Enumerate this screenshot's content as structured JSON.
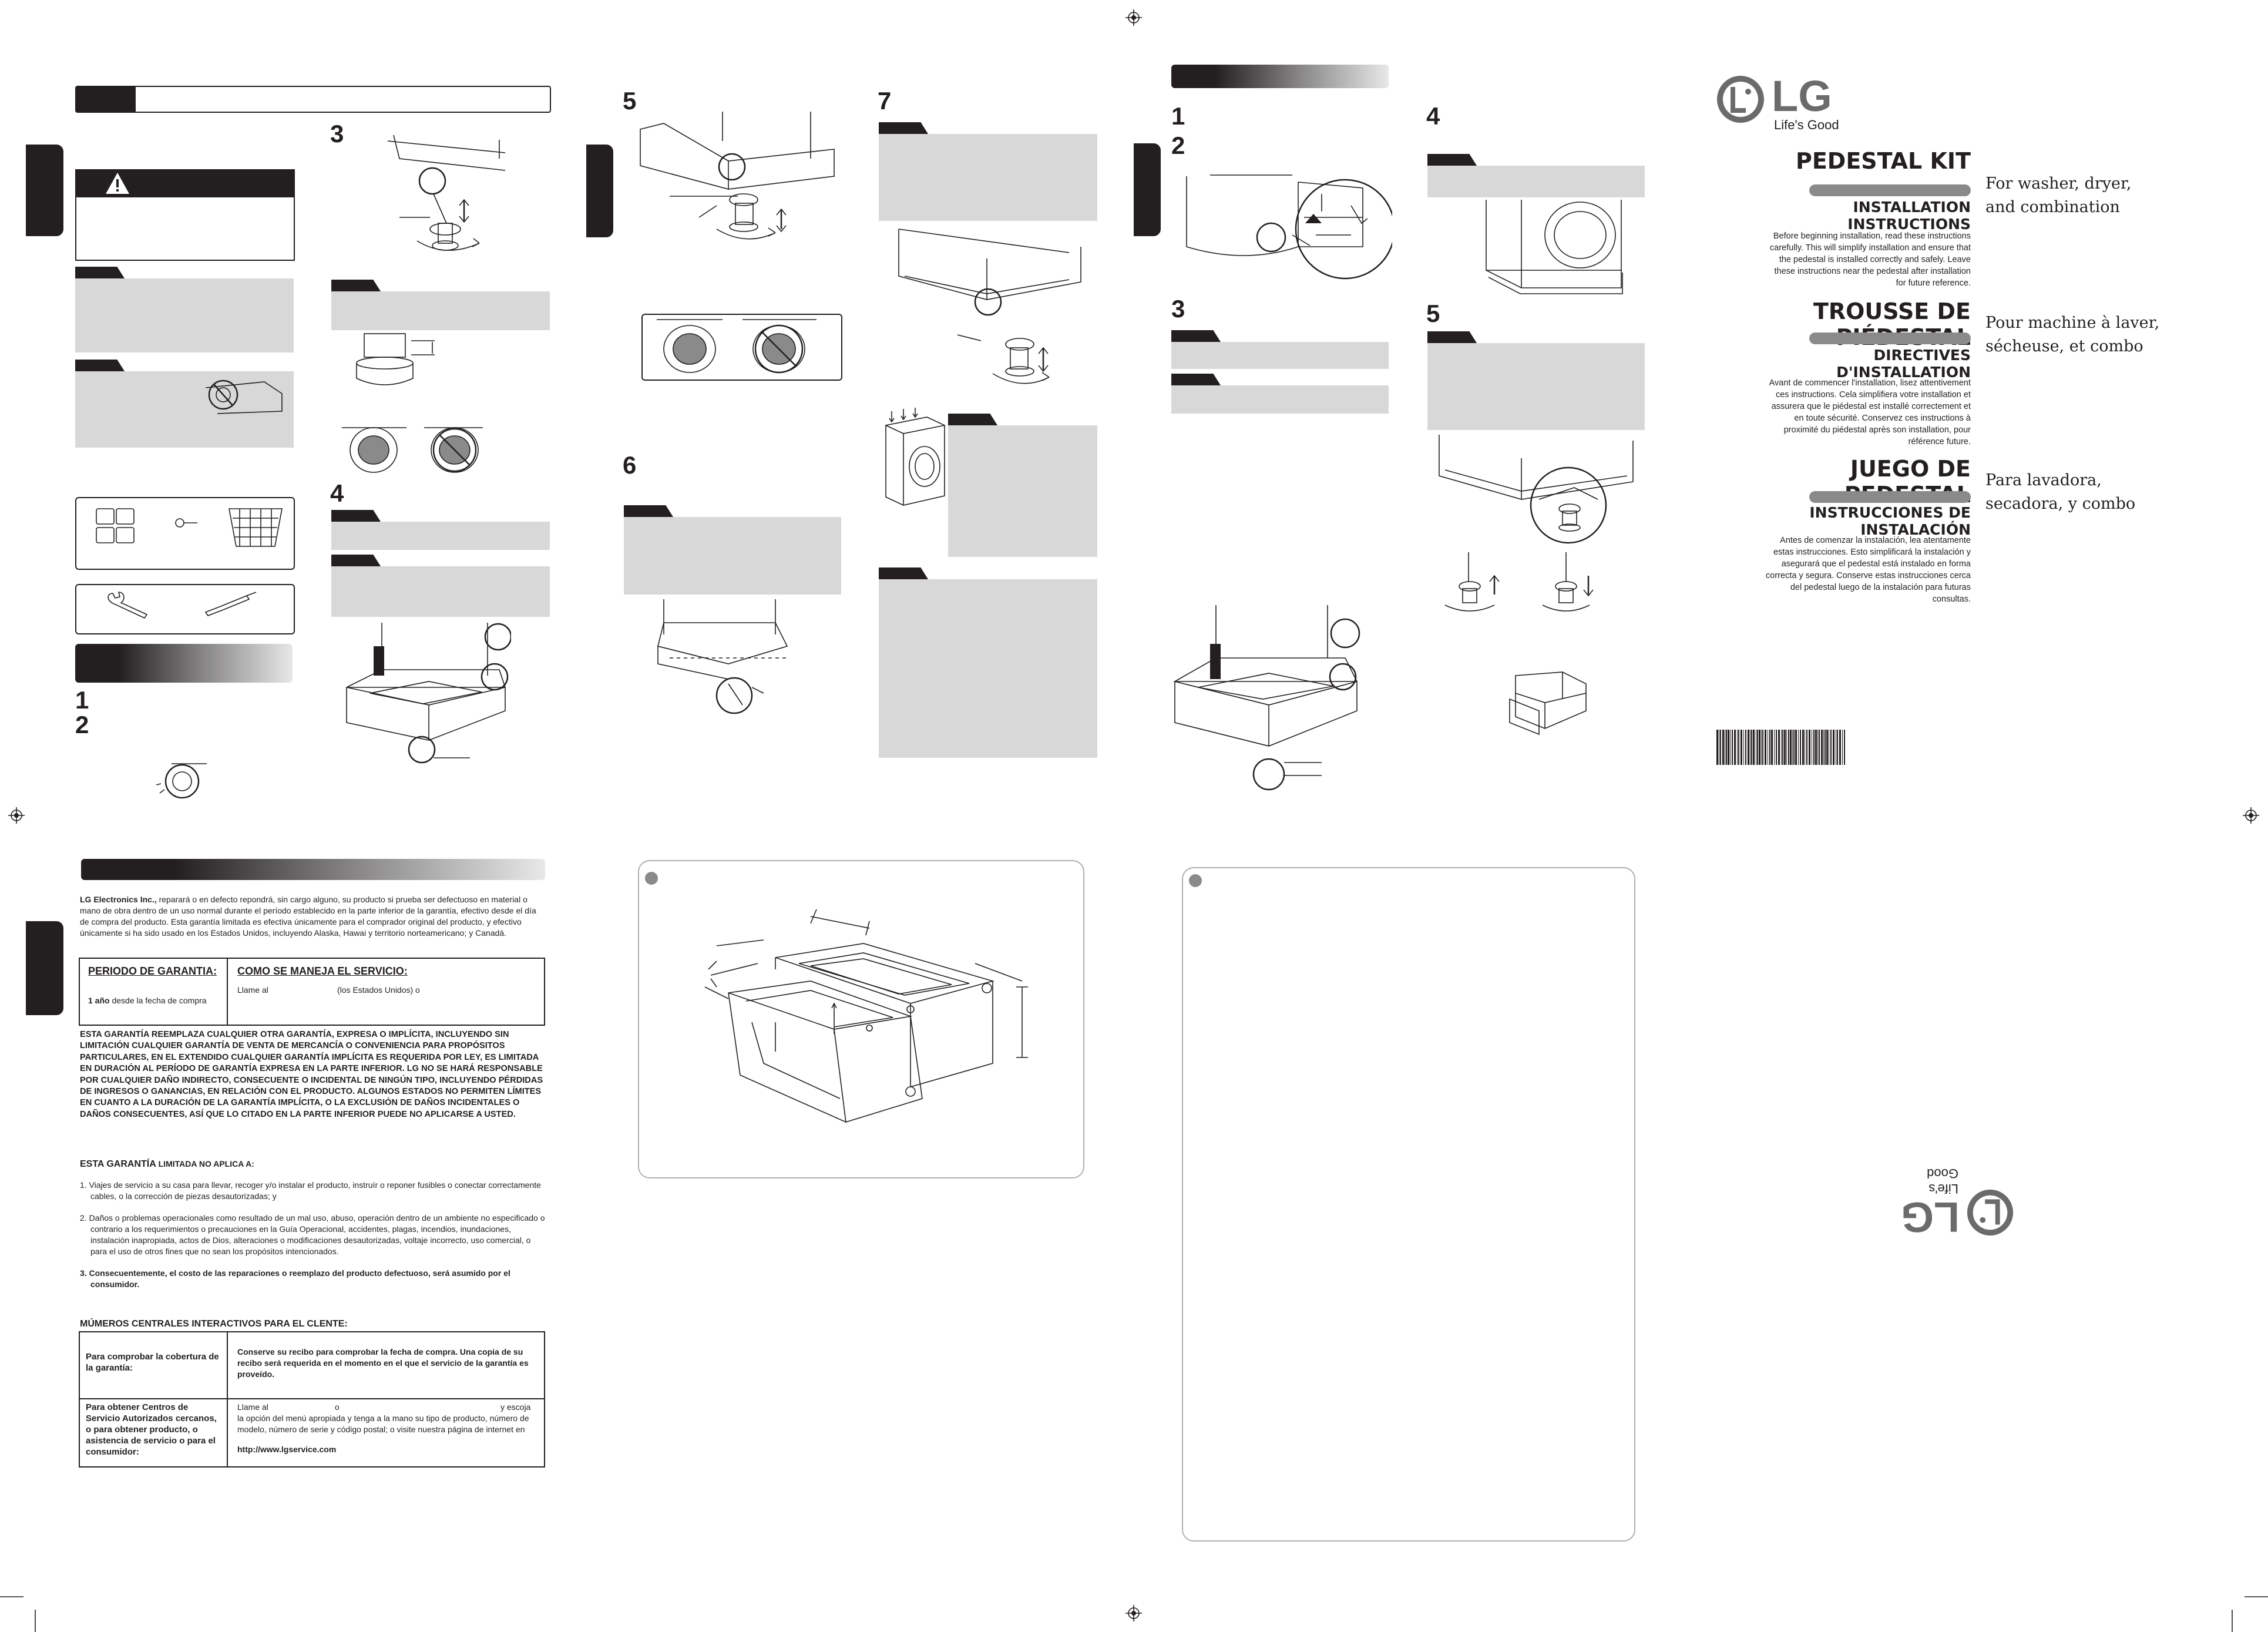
{
  "cover": {
    "brand": "LG",
    "tagline": "Life's Good",
    "sections": [
      {
        "title": "PEDESTAL KIT",
        "subtitle": "INSTALLATION INSTRUCTIONS",
        "text": "Before beginning installation, read these instructions carefully. This will simplify installation and ensure that the pedestal is installed correctly and safely. Leave these instructions near the pedestal after installation for future reference.",
        "for": "For washer, dryer, and combination"
      },
      {
        "title": "TROUSSE DE PIÉDESTAL",
        "subtitle": "DIRECTIVES D'INSTALLATION",
        "text": "Avant de commencer l'installation, lisez attentivement ces instructions. Cela simplifiera votre installation et assurera que le piédestal est installé correctement et en toute sécurité. Conservez ces instructions à proximité du piédestal après son installation, pour référence future.",
        "for": "Pour machine à laver, sécheuse, et combo"
      },
      {
        "title": "JUEGO DE PEDESTAL",
        "subtitle": "INSTRUCCIONES DE INSTALACIÓN",
        "text": "Antes de comenzar la instalación, lea atentamente estas instrucciones. Esto simplificará la instalación y asegurará que el pedestal está instalado en forma correcta y segura. Conserve estas instrucciones cerca del pedestal luego de la instalación para futuras consultas.",
        "for": "Para lavadora, secadora, y combo"
      }
    ]
  },
  "steps": {
    "s3": "3",
    "s4": "4",
    "s5": "5",
    "s6": "6",
    "s7": "7",
    "s1": "1",
    "s2": "2",
    "r1": "1",
    "r2": "2",
    "r3": "3",
    "r4": "4",
    "r5": "5"
  },
  "warranty": {
    "intro_bold": "LG Electronics Inc.,",
    "intro": " reparará o en defecto repondrá, sin cargo alguno, su producto si prueba ser defectuoso en material o mano de obra dentro de un uso normal durante el período establecido en la parte inferior de la garantía, efectivo desde el día de compra del producto. Esta garantía limitada es efectiva únicamente para el comprador original del producto, y efectivo únicamente si ha sido usado en los Estados Unidos, incluyendo Alaska, Hawai y territorio norteamericano; y Canadá.",
    "period_header": "PERIODO DE GARANTIA:",
    "service_header": "COMO SE MANEJA EL SERVICIO:",
    "period_bold": "1 año",
    "period_text": " desde la fecha de compra",
    "service_a": "Llame al",
    "service_b": "(los Estados Unidos) o",
    "disclaimer": "ESTA GARANTÍA REEMPLAZA CUALQUIER OTRA GARANTÍA, EXPRESA O IMPLÍCITA, INCLUYENDO SIN LIMITACIÓN CUALQUIER GARANTÍA DE VENTA DE MERCANCÍA O CONVENIENCIA PARA PROPÓSITOS PARTICULARES, EN EL EXTENDIDO CUALQUIER GARANTÍA IMPLÍCITA ES REQUERIDA POR LEY, ES LIMITADA EN DURACIÓN AL PERÍODO DE GARANTÍA EXPRESA EN LA PARTE INFERIOR. LG NO SE HARÁ RESPONSABLE POR CUALQUIER DAÑO INDIRECTO, CONSECUENTE O INCIDENTAL DE NINGÚN TIPO, INCLUYENDO PÉRDIDAS DE INGRESOS O GANANCIAS, EN RELACIÓN CON EL PRODUCTO. ALGUNOS ESTADOS NO PERMITEN LÍMITES EN CUANTO A LA DURACIÓN DE LA GARANTÍA IMPLÍCITA, O LA EXCLUSIÓN DE DAÑOS INCIDENTALES O DAÑOS CONSECUENTES, ASÍ QUE LO CITADO EN LA PARTE INFERIOR PUEDE NO APLICARSE A USTED.",
    "not_apply_a": "ESTA GARANTÍA ",
    "not_apply_b": "LIMITADA NO APLICA A:",
    "items": [
      "1. Viajes de servicio a su casa para llevar, recoger y/o instalar el producto, instruír o reponer fusibles o conectar correctamente cables, o la corrección de piezas desautorizadas; y",
      "2. Daños o problemas operacionales como resultado de un mal uso, abuso, operación dentro de un ambiente no especificado o contrario a los requerimientos o precauciones en la Guía Operacional, accidentes, plagas, incendios, inundaciones, instalación inapropiada, actos de Dios, alteraciones o modificaciones desautorizadas, voltaje incorrecto, uso comercial, o para el uso de otros fines que no sean los propósitos intencionados.",
      "3. Consecuentemente, el costo de las reparaciones o reemplazo del producto defectuoso, será asumido por el consumidor."
    ],
    "centers_header": "MÚMEROS CENTRALES INTERACTIVOS PARA EL CLENTE:",
    "row1_label": "Para comprobar la cobertura de la garantía:",
    "row1_text": "Conserve su recibo para comprobar la fecha de compra. Una copia de su recibo será requerida en el momento en el que el servicio de la garantía es proveído.",
    "row2_label": "Para obtener Centros de Servicio Autorizados cercanos, o para obtener producto, o asistencia de servicio o para el consumidor:",
    "row2_a": "Llame al",
    "row2_b": "o",
    "row2_c": "y escoja la opción del menú apropiada y tenga a la mano su tipo de producto, número de modelo, número de serie y código postal; o visite nuestra página de internet en",
    "row2_url": "http://www.lgservice.com"
  },
  "colors": {
    "dark": "#231f20",
    "gray_box": "#d9d8d8",
    "pill": "#8a8a8a"
  },
  "icons": [
    "warning-icon",
    "registration-mark-icon",
    "lg-logo-icon",
    "barcode-icon"
  ]
}
